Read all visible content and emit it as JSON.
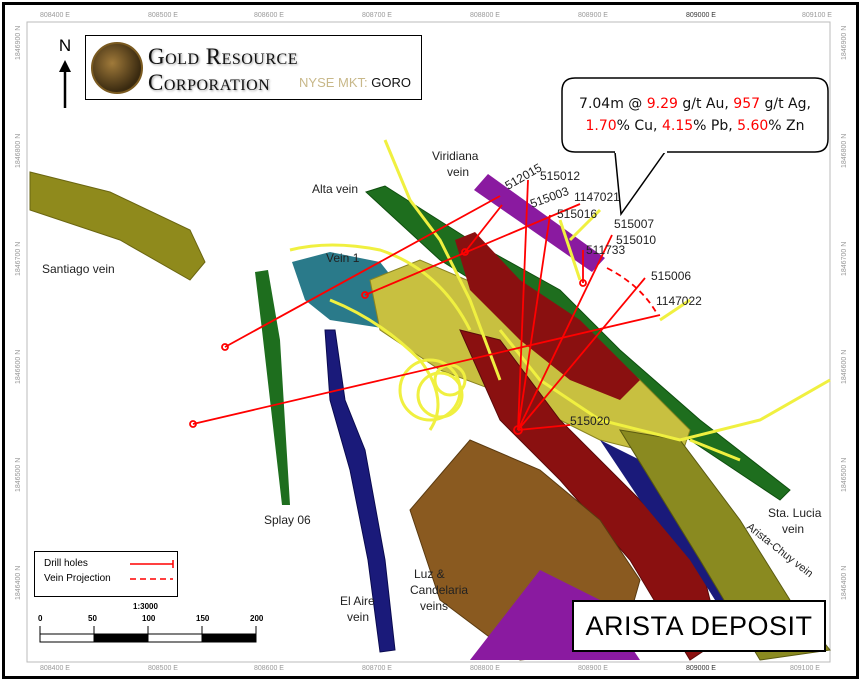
{
  "axes": {
    "easting": [
      "808400 E",
      "808500 E",
      "808600 E",
      "808700 E",
      "808800 E",
      "808900 E",
      "809000 E",
      "809100 E"
    ],
    "northing": [
      "1846900 N",
      "1846800 N",
      "1846700 N",
      "1846600 N",
      "1846500 N",
      "1846400 N"
    ]
  },
  "north_arrow": "N",
  "logo": {
    "name": "Gold Resource Corporation",
    "market": "NYSE MKT:",
    "ticker": "GORO"
  },
  "callout": {
    "length": "7.04m @ ",
    "au_value": "9.29",
    "au_unit": " g/t Au, ",
    "ag_value": "957",
    "ag_unit": " g/t Ag,",
    "cu_value": "1.70",
    "cu_unit": "% Cu, ",
    "pb_value": "4.15",
    "pb_unit": "% Pb, ",
    "zn_value": "5.60",
    "zn_unit": "% Zn"
  },
  "vein_labels": {
    "santiago": "Santiago vein",
    "alta": "Alta vein",
    "viridiana_1": "Viridiana",
    "viridiana_2": "vein",
    "vein1": "Vein 1",
    "splay06": "Splay 06",
    "el_aire_1": "El Aire",
    "el_aire_2": "vein",
    "luz_1": "Luz &",
    "luz_2": "Candelaria",
    "luz_3": "veins",
    "sta_lucia_1": "Sta. Lucia",
    "sta_lucia_2": "vein",
    "arista_chuy": "Arista-Chuy vein"
  },
  "drill_holes": [
    "512015",
    "515012",
    "515003",
    "1147021",
    "515016",
    "515007",
    "515010",
    "511733",
    "515006",
    "1147022",
    "515020"
  ],
  "legend": {
    "drill_holes": "Drill holes",
    "vein_projection": "Vein Projection"
  },
  "scale": {
    "ratio": "1:3000",
    "ticks": [
      "0",
      "50",
      "100",
      "150",
      "200"
    ]
  },
  "title": "ARISTA DEPOSIT",
  "colors": {
    "drill": "#ff0000",
    "workings": "#f0f040",
    "alta": "#1e6e1e",
    "viridiana": "#8a1aa0",
    "vein1": "#2a7a8a",
    "arista": "#c8c040",
    "red_vein": "#8a1010",
    "el_aire": "#1a1a7a",
    "luz": "#8a5a20"
  }
}
